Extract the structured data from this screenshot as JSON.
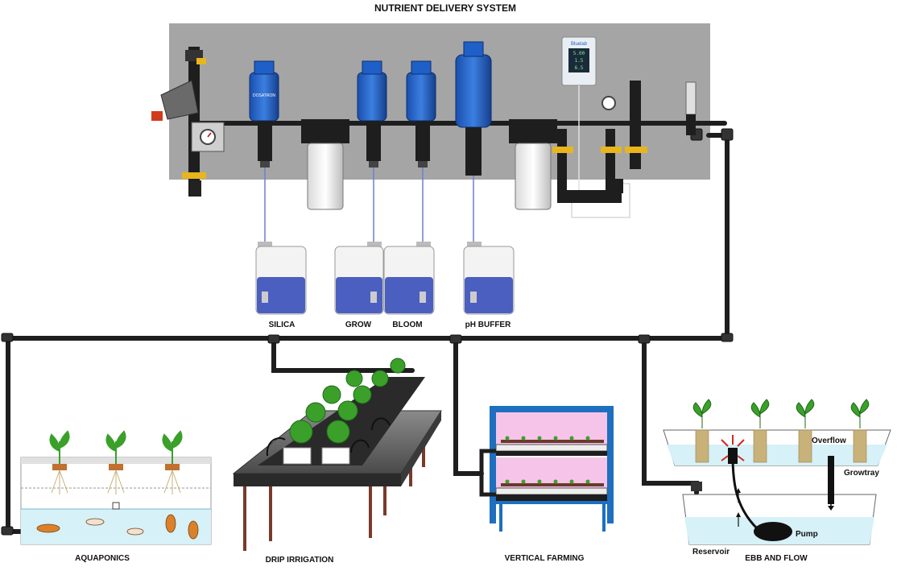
{
  "title": "NUTRIENT DELIVERY SYSTEM",
  "containers": [
    {
      "label": "SILICA"
    },
    {
      "label": "GROW"
    },
    {
      "label": "BLOOM"
    },
    {
      "label": "pH BUFFER"
    }
  ],
  "systems": {
    "aquaponics": "AQUAPONICS",
    "drip": "DRIP IRRIGATION",
    "vertical": "VERTICAL FARMING",
    "ebb": "EBB AND FLOW"
  },
  "ebb_labels": {
    "overflow": "Overflow",
    "growtray": "Growtray",
    "pump": "Pump",
    "reservoir": "Reservoir"
  },
  "dosatron_brand": "DOSATRON",
  "controller": {
    "brand": "Bluelab",
    "readings": [
      "5.00",
      "1.5",
      "6.5"
    ]
  },
  "colors": {
    "panel": "#a5a5a5",
    "pipe": "#1e1e1e",
    "dosatron": "#1f5fc8",
    "liquid": "#4a5fbf",
    "water": "#d6f1f7",
    "plant": "#3aa02a",
    "grow_light": "#f5c4e8",
    "rack": "#1e6fc0"
  }
}
